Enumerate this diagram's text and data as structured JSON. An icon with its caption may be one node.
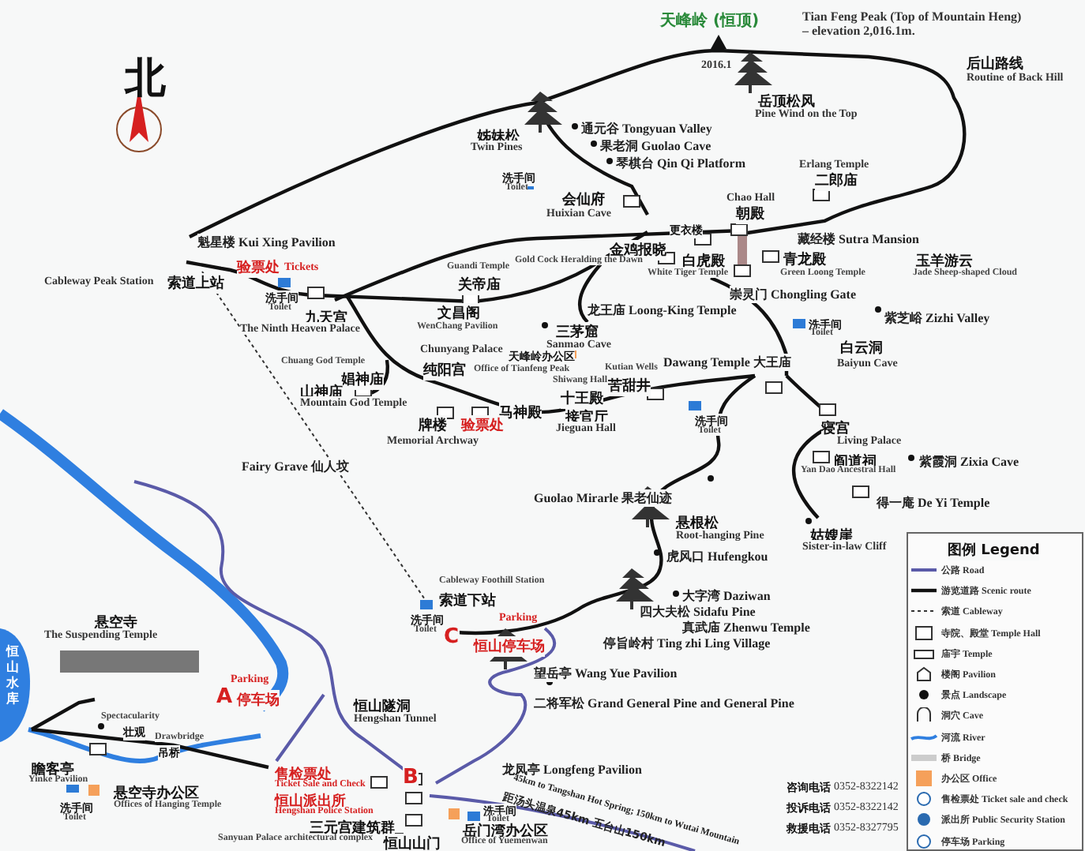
{
  "diagram": {
    "labels": [
      "北",
      "天峰岭 (恒顶)",
      "Tian Feng Peak (Top of Mountain Heng) – elevation 2,016.1m.",
      "2016.1",
      "后山路线",
      "Routine of Back Hill",
      "岳顶松风",
      "Pine Wind on the Top",
      "姊妹松",
      "Twin Pines",
      "通元谷 Tongyuan Valley",
      "果老洞 Guolao Cave",
      "琴棋台 Qin Qi Platform",
      "洗手间",
      "Toilet",
      "会仙府",
      "Huixian Cave",
      "Erlang Temple",
      "二郎庙",
      "Chao Hall",
      "朝殿",
      "更衣楼",
      "藏经楼 Sutra Mansion",
      "金鸡报晓",
      "Gold Cock Heralding the Dawn",
      "白虎殿",
      "White Tiger Temple",
      "青龙殿",
      "Green Loong Temple",
      "玉羊游云",
      "Jade Sheep-shaped Cloud",
      "崇灵门 Chongling Gate",
      "紫芝峪 Zizhi Valley",
      "龙王庙 Loong-King Temple",
      "三茅窟",
      "Sanmao Cave",
      "洗手间",
      "Toilet",
      "白云洞",
      "Baiyun Cave",
      "Dawang Temple 大王庙",
      "Kutian Wells",
      "苦甜井",
      "Shiwang Hall",
      "十王殿",
      "洗手间",
      "Toilet",
      "接官厅",
      "Jieguan Hall",
      "寝宫",
      "Living Palace",
      "阎道祠",
      "Yan Dao Ancestral Hall",
      "紫霞洞 Zixia Cave",
      "得一庵 De Yi Temple",
      "姑嫂崖",
      "Sister-in-law Cliff",
      "魁星楼 Kui Xing Pavilion",
      "验票处",
      "Tickets",
      "Cableway Peak Station",
      "索道上站",
      "洗手间",
      "Toilet",
      "九天宫",
      "The Ninth Heaven Palace",
      "Guandi Temple",
      "关帝庙",
      "文昌阁",
      "WenChang Pavilion",
      "Chunyang Palace",
      "Chuang God Temple",
      "纯阳宫",
      "天峰岭办公区",
      "娼神庙",
      "Office of Tianfeng Peak",
      "山神庙",
      "Mountain God Temple",
      "马神殿",
      "牌楼",
      "验票处",
      "Memorial Archway",
      "Fairy Grave 仙人坟",
      "Guolao Mirarle 果老仙迹",
      "悬根松",
      "Root-hanging Pine",
      "虎风口 Hufengkou",
      "大字湾 Daziwan",
      "四大夫松 Sidafu Pine",
      "真武庙 Zhenwu Temple",
      "停旨岭村 Ting zhi Ling Village",
      "望岳亭 Wang Yue Pavilion",
      "二将军松 Grand General Pine and General Pine",
      "龙凤亭 Longfeng Pavilion",
      "Cableway Foothill Station",
      "索道下站",
      "洗手间",
      "Toilet",
      "Parking",
      "恒山停车场",
      "C",
      "悬空寺",
      "The Suspending Temple",
      "恒山水库",
      "Parking",
      "A",
      "停车场",
      "恒山隧洞",
      "Spectacularity",
      "Hengshan Tunnel",
      "壮观",
      "Drawbridge",
      "吊桥",
      "瞻客亭",
      "Yinke Pavilion",
      "悬空寺办公区",
      "洗手间",
      "Offices of Hanging Temple",
      "Toilet",
      "售检票处",
      "Ticket Sale and Check",
      "恒山派出所",
      "Hengshan Police Station",
      "三元宫建筑群",
      "Sanyuan Palace architectural complex",
      "B",
      "恒山山门",
      "岳门湾办公区",
      "Office of Yuemenwan",
      "洗手间",
      "Toilet",
      "45km to Tangshan Hot Spring; 150km to Wutai Mountain",
      "距汤头温泉45km 五台山150km",
      "咨询电话",
      "0352-8322142",
      "投诉电话",
      "0352-8322142",
      "救援电话",
      "0352-8327795",
      "图例 Legend"
    ],
    "legend": [
      {
        "text": "公路 Road"
      },
      {
        "text": "游览道路 Scenic route"
      },
      {
        "text": "索道 Cableway"
      },
      {
        "text": "寺院、殿堂 Temple Hall"
      },
      {
        "text": "庙宇 Temple"
      },
      {
        "text": "楼阁 Pavilion"
      },
      {
        "text": "景点 Landscape"
      },
      {
        "text": "洞穴 Cave"
      },
      {
        "text": "河流 River"
      },
      {
        "text": "桥 Bridge"
      },
      {
        "text": "办公区 Office",
        "color": "#f5a05a"
      },
      {
        "text": "售检票处 Ticket sale and check"
      },
      {
        "text": "派出所 Public Security Station"
      },
      {
        "text": "停车场 Parking"
      }
    ]
  }
}
